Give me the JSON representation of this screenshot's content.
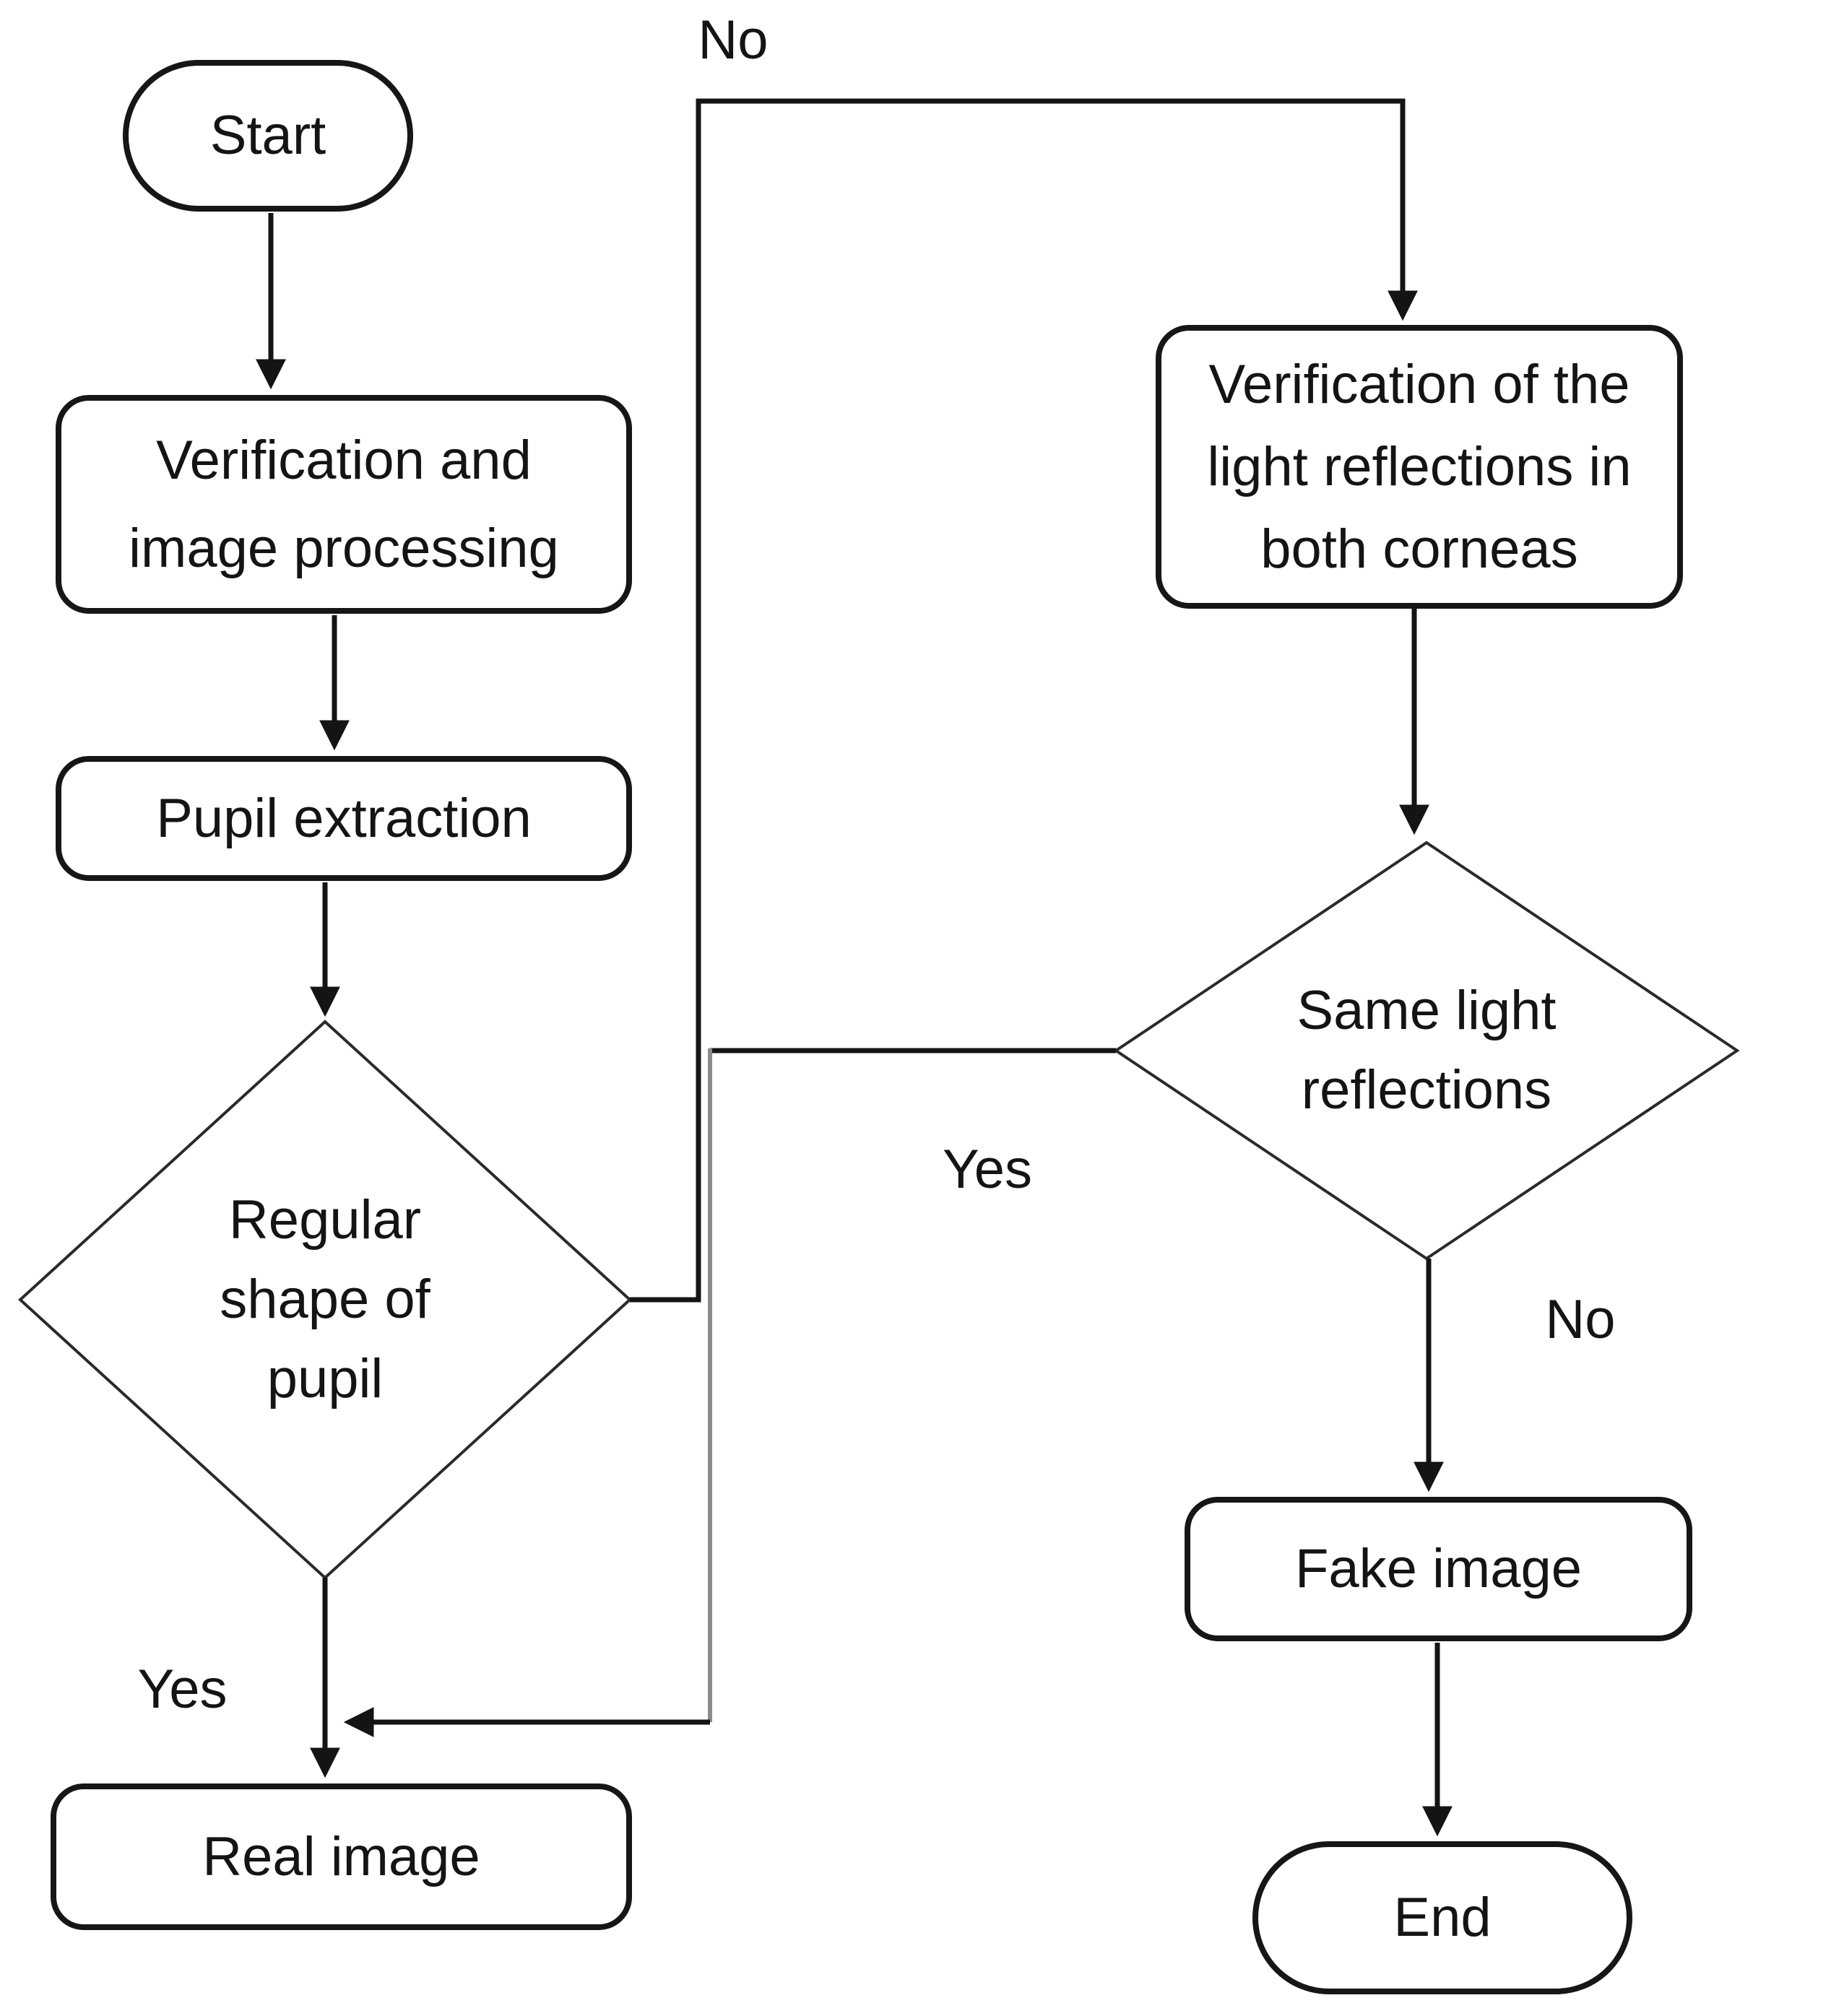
{
  "diagram": {
    "nodes": {
      "start": {
        "label": "Start"
      },
      "verification_processing": {
        "lines": [
          "Verification and",
          "image processing"
        ]
      },
      "pupil_extraction": {
        "label": "Pupil extraction"
      },
      "regular_shape_decision": {
        "lines": [
          "Regular",
          "shape of",
          "pupil"
        ]
      },
      "real_image": {
        "label": "Real image"
      },
      "light_reflection_verification": {
        "lines": [
          "Verification of the",
          "light reflections in",
          "both corneas"
        ]
      },
      "same_reflections_decision": {
        "lines": [
          "Same light",
          "reflections"
        ]
      },
      "fake_image": {
        "label": "Fake image"
      },
      "end": {
        "label": "End"
      }
    },
    "edge_labels": {
      "no_top": "No",
      "yes_middle": "Yes",
      "no_right": "No",
      "yes_left": "Yes"
    },
    "colors": {
      "stroke": "#161616",
      "yes_line_gray": "#8c8c8c",
      "text": "#141414",
      "background": "#ffffff"
    }
  }
}
